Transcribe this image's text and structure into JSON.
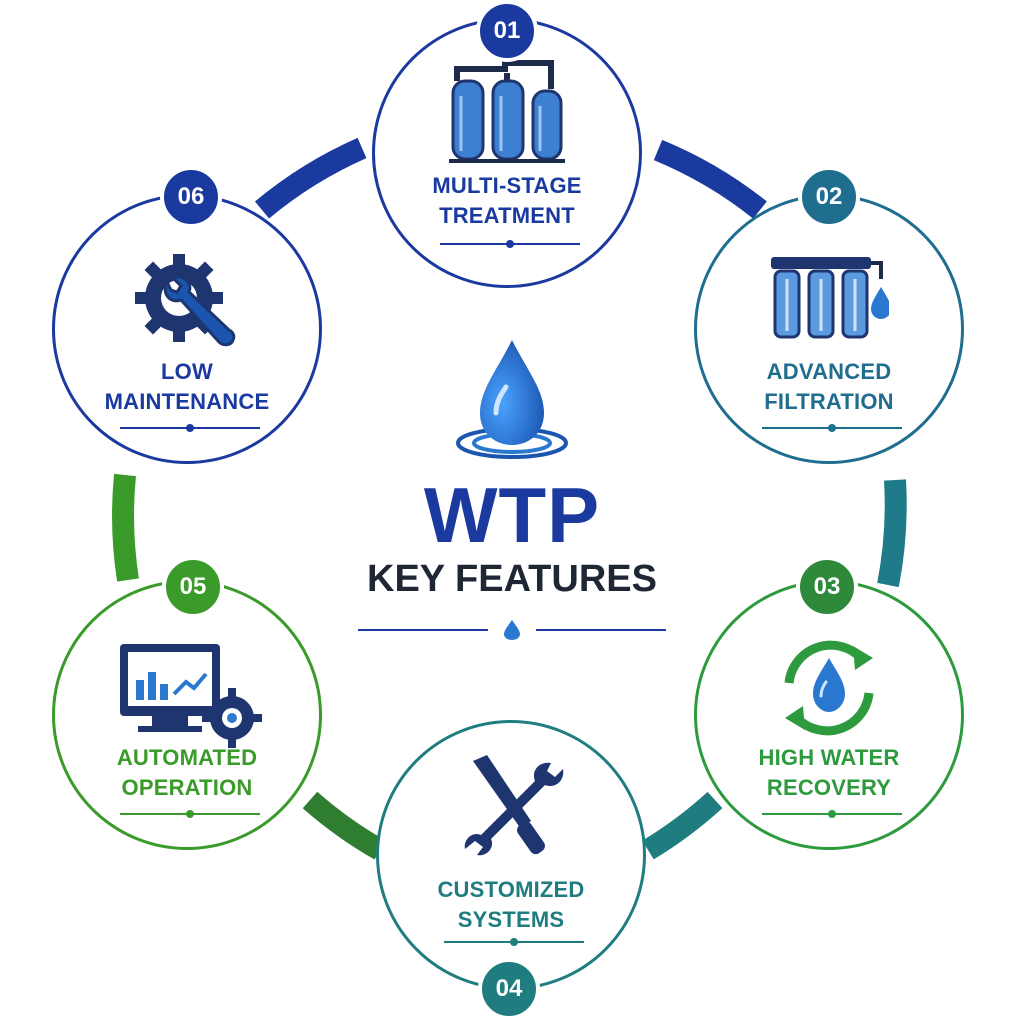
{
  "center": {
    "title": "WTP",
    "subtitle": "KEY FEATURES"
  },
  "features": [
    {
      "number": "01",
      "label": "MULTI-STAGE\nTREATMENT",
      "icon": "treatment-tanks-icon",
      "color": "#1a3aa0"
    },
    {
      "number": "02",
      "label": "ADVANCED\nFILTRATION",
      "icon": "filter-cartridges-icon",
      "color": "#1f6d8f"
    },
    {
      "number": "03",
      "label": "HIGH WATER\nRECOVERY",
      "icon": "recycle-water-icon",
      "color": "#2e9a3e"
    },
    {
      "number": "04",
      "label": "CUSTOMIZED\nSYSTEMS",
      "icon": "tools-icon",
      "color": "#1f7d80"
    },
    {
      "number": "05",
      "label": "AUTOMATED\nOPERATION",
      "icon": "monitor-gear-icon",
      "color": "#3a9a2a"
    },
    {
      "number": "06",
      "label": "LOW\nMAINTENANCE",
      "icon": "gear-wrench-icon",
      "color": "#1a3aa0"
    }
  ],
  "colors": {
    "blue": "#1a3aa0",
    "teal": "#1f6d8f",
    "green": "#3a9a2a",
    "drop": "#2a78d0"
  }
}
